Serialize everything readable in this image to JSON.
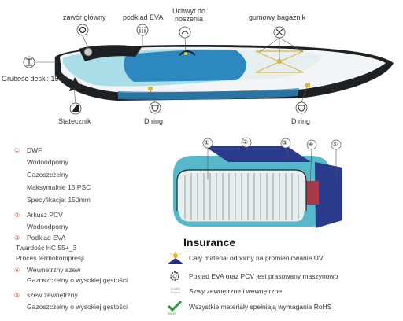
{
  "board_labels": {
    "valve": "zawór główny",
    "eva_pad": "podkład EVA",
    "handle": "Uchwyt do noszenia",
    "bungee": "gumowy bagaznik",
    "thickness": "Grubość deski: 15cm",
    "fin": "Statecznik",
    "dring_left": "D ring",
    "dring_right": "D ring"
  },
  "specs": [
    {
      "num": "①",
      "lines": [
        "DWF",
        "Wodoodporny",
        "Gazoszczelny",
        "Maksymalnie 15 PSC",
        "Specyfikacje: 150mm"
      ]
    },
    {
      "num": "②",
      "lines": [
        "Arkusz PCV",
        "Wodoodporny"
      ]
    },
    {
      "num": "③",
      "lines": [
        "Podkład EVA",
        "Twardość HC 55+_3",
        "Proces termokompresji"
      ]
    },
    {
      "num": "④",
      "lines": [
        "Wewnetrzny szew",
        "Gazoszczelny o wysokiej gęstości"
      ]
    },
    {
      "num": "⑤",
      "lines": [
        "szew zewnętrzny",
        "Gazoszczelny o wysokiej gęstości"
      ]
    }
  ],
  "layer_numbers": [
    "①",
    "②",
    "③",
    "④",
    "⑤"
  ],
  "insurance": {
    "title": "Insurance",
    "features": [
      {
        "icon": "uv-sun-icon",
        "text": "Cały materiał odporny na promieniowanie UV"
      },
      {
        "icon": "gear-icon",
        "text": "Pokład EVA oraz PCV jest prasowany maszynowo"
      },
      {
        "icon": "double-protect-icon",
        "icon_text": "Double Protect",
        "text": "Szwy zewnętrzne i wewnętrzne"
      },
      {
        "icon": "rohs-check-icon",
        "icon_text": "RoHS",
        "text": "Wszystkie materiały spełniają wymagania RoHS"
      }
    ]
  },
  "colors": {
    "board_top": "#2e88c0",
    "board_light": "#a9dde8",
    "board_white": "#f2f4f5",
    "board_dark": "#1e2124",
    "layer_navy": "#2a3b8c",
    "layer_teal": "#56b8c8",
    "layer_red": "#a63a4a",
    "spec_number": "#c0392b",
    "uv_icon": "#2a2f7a",
    "check_green": "#2e9b3a"
  }
}
